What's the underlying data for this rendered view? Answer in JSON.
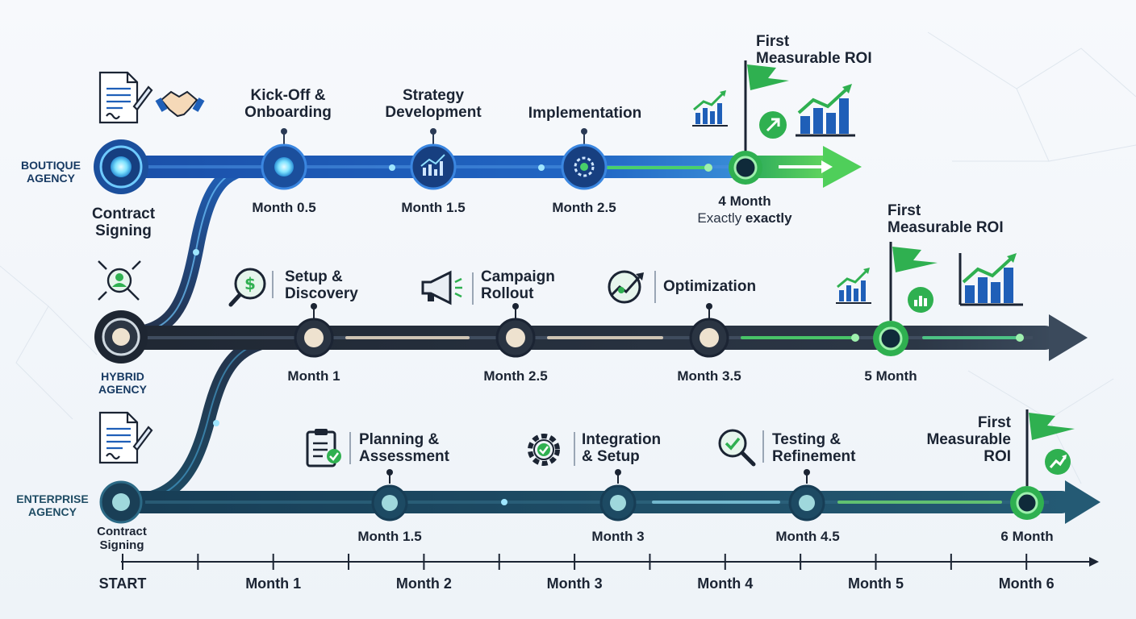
{
  "boutique": {
    "agency": "BOUTIQUE\nAGENCY",
    "start_label": "Contract\nSigning",
    "milestones": [
      {
        "title": "Kick-Off &\nOnboarding",
        "month": "Month 0.5"
      },
      {
        "title": "Strategy\nDevelopment",
        "month": "Month 1.5"
      },
      {
        "title": "Implementation",
        "month": "Month 2.5"
      }
    ],
    "roi": {
      "title": "First\nMeasurable ROI",
      "month": "4 Month",
      "note_a": "Exactly",
      "note_b": "exactly"
    }
  },
  "hybrid": {
    "agency": "HYBRID\nAGENCY",
    "milestones": [
      {
        "title": "Setup &\nDiscovery",
        "month": "Month 1"
      },
      {
        "title": "Campaign\nRollout",
        "month": "Month 2.5"
      },
      {
        "title": "Optimization",
        "month": "Month 3.5"
      }
    ],
    "roi": {
      "title": "First\nMeasurable ROI",
      "month": "5 Month"
    }
  },
  "enterprise": {
    "agency": "ENTERPRISE\nAGENCY",
    "start_label": "Contract\nSigning",
    "milestones": [
      {
        "title": "Planning &\nAssessment",
        "month": "Month 1.5"
      },
      {
        "title": "Integration\n& Setup",
        "month": "Month 3"
      },
      {
        "title": "Testing &\nRefinement",
        "month": "Month 4.5"
      }
    ],
    "roi": {
      "title": "First\nMeasurable\nROI",
      "month": "6 Month"
    }
  },
  "axis": {
    "ticks": [
      "START",
      "Month 1",
      "Month 2",
      "Month 3",
      "Month 4",
      "Month 5",
      "Month 6"
    ]
  },
  "colors": {
    "boutique": "#1f5fb8",
    "hybrid": "#27303d",
    "enterprise": "#1d4a63",
    "green": "#2fb050",
    "node_glow": "#7fe3ff"
  }
}
